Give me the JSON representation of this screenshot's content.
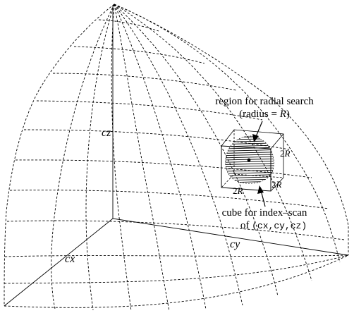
{
  "diagram": {
    "labels": {
      "axis_x": "cx",
      "axis_y": "cy",
      "axis_z": "cz"
    },
    "region_label": {
      "line1": "region for radial search",
      "line2_prefix": "(radius = ",
      "line2_var": "R",
      "line2_suffix": ")"
    },
    "cube_label": {
      "line1": "cube for index–scan",
      "line2_prefix": "of ",
      "line2_code": "(cx,cy,cz)"
    },
    "dimension_labels": {
      "right_num": "2",
      "right_var": "R",
      "bottom_left_num": "2",
      "bottom_left_var": "R",
      "bottom_right_num": "2",
      "bottom_right_var": "R"
    }
  }
}
